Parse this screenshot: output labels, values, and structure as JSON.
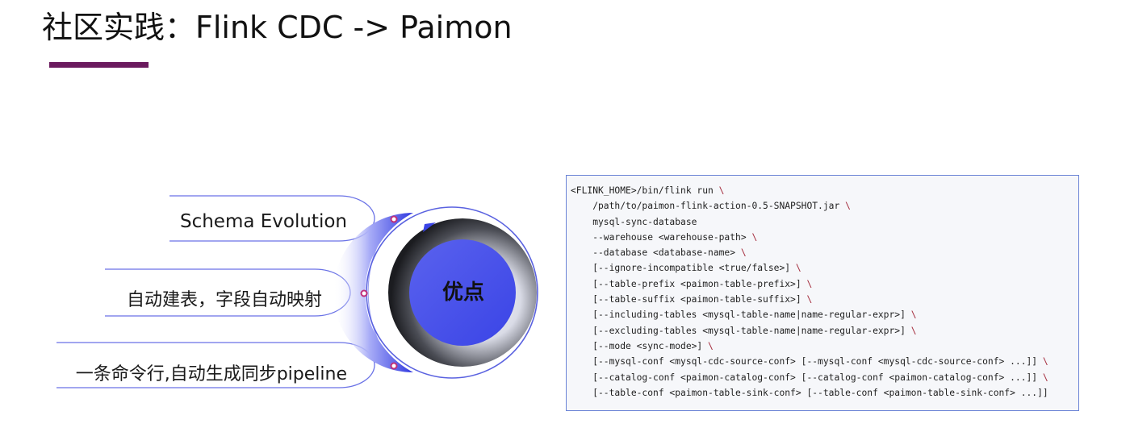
{
  "header": {
    "title": "社区实践：Flink CDC -> Paimon"
  },
  "diagram": {
    "center_label": "优点",
    "items": [
      {
        "label": "Schema Evolution"
      },
      {
        "label": "自动建表，字段自动映射"
      },
      {
        "label": "一条命令行,自动生成同步pipeline"
      }
    ]
  },
  "code": {
    "lines": [
      {
        "text": "<FLINK_HOME>/bin/flink run ",
        "cont": "\\"
      },
      {
        "text": "    /path/to/paimon-flink-action-0.5-SNAPSHOT.jar ",
        "cont": "\\"
      },
      {
        "text": "    mysql-sync-database",
        "cont": ""
      },
      {
        "text": "    --warehouse <warehouse-path> ",
        "cont": "\\"
      },
      {
        "text": "    --database <database-name> ",
        "cont": "\\"
      },
      {
        "text": "    [--ignore-incompatible <true/false>] ",
        "cont": "\\"
      },
      {
        "text": "    [--table-prefix <paimon-table-prefix>] ",
        "cont": "\\"
      },
      {
        "text": "    [--table-suffix <paimon-table-suffix>] ",
        "cont": "\\"
      },
      {
        "text": "    [--including-tables <mysql-table-name|name-regular-expr>] ",
        "cont": "\\"
      },
      {
        "text": "    [--excluding-tables <mysql-table-name|name-regular-expr>] ",
        "cont": "\\"
      },
      {
        "text": "    [--mode <sync-mode>] ",
        "cont": "\\"
      },
      {
        "text": "    [--mysql-conf <mysql-cdc-source-conf> [--mysql-conf <mysql-cdc-source-conf> ...]] ",
        "cont": "\\"
      },
      {
        "text": "    [--catalog-conf <paimon-catalog-conf> [--catalog-conf <paimon-catalog-conf> ...]] ",
        "cont": "\\"
      },
      {
        "text": "    [--table-conf <paimon-table-sink-conf> [--table-conf <paimon-table-sink-conf> ...]]",
        "cont": ""
      }
    ]
  },
  "colors": {
    "accent_bar": "#6b1a5e",
    "circle_blue": "#4a52e6",
    "outline_blue": "#5a62e0",
    "pin_magenta": "#c0307a",
    "code_border": "#6b84d6",
    "line_continuation": "#a3293a"
  }
}
